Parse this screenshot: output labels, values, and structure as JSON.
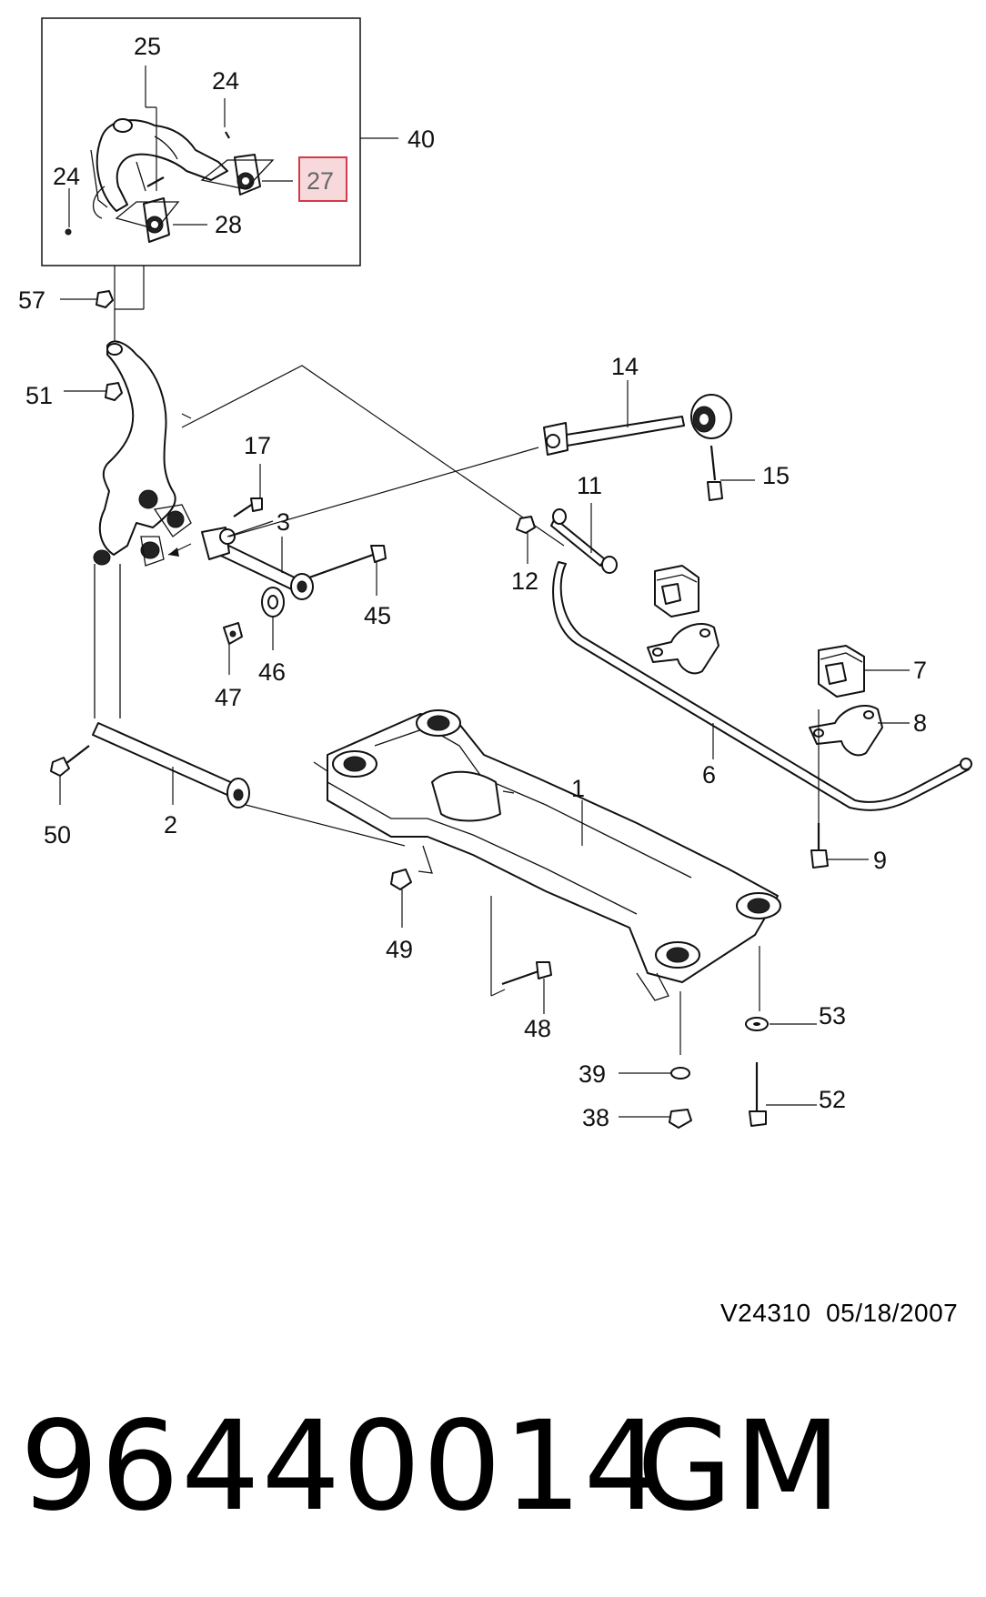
{
  "diagram": {
    "callouts": {
      "c1": "1",
      "c2": "2",
      "c3": "3",
      "c6": "6",
      "c7": "7",
      "c8": "8",
      "c9": "9",
      "c11": "11",
      "c12": "12",
      "c14": "14",
      "c15": "15",
      "c17": "17",
      "c24a": "24",
      "c24b": "24",
      "c25": "25",
      "c27": "27",
      "c28": "28",
      "c38": "38",
      "c39": "39",
      "c40": "40",
      "c45": "45",
      "c46": "46",
      "c47": "47",
      "c48": "48",
      "c49": "49",
      "c50": "50",
      "c51": "51",
      "c52": "52",
      "c53": "53",
      "c57": "57"
    },
    "highlighted_callout": "27",
    "highlight_color": "#f7d9dc",
    "highlight_border": "#d23a49",
    "code": "V24310",
    "date": "05/18/2007"
  },
  "part_number": "96440014",
  "brand": "GM"
}
